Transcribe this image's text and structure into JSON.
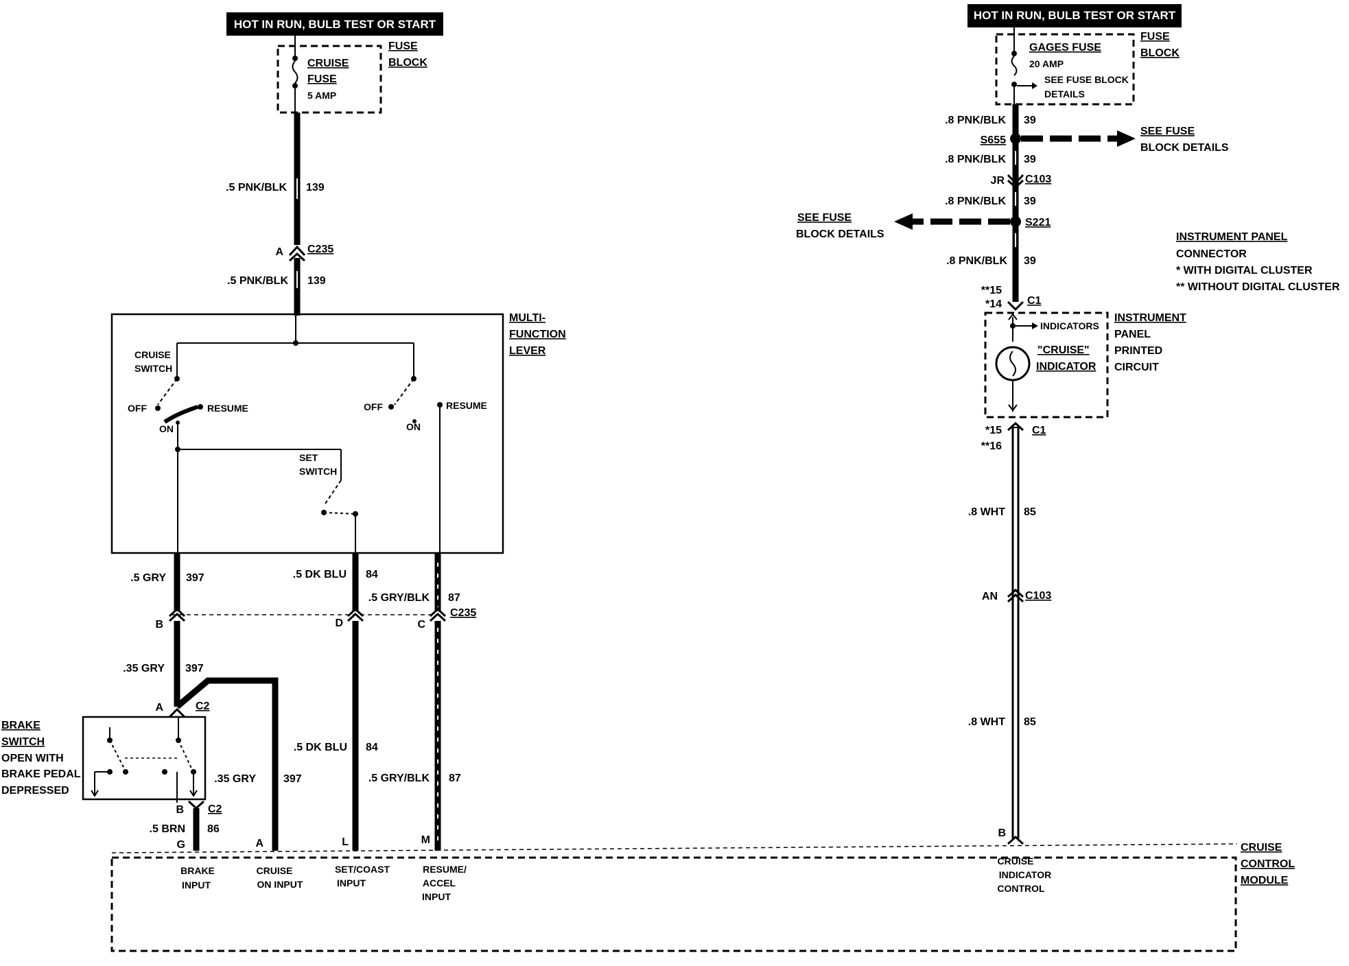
{
  "banners": {
    "left": "HOT IN RUN, BULB TEST OR START",
    "right": "HOT IN RUN, BULB TEST OR START"
  },
  "cruise_fuse": {
    "name1": "CRUISE",
    "name2": "FUSE",
    "rating": "5 AMP",
    "block1": "FUSE",
    "block2": "BLOCK"
  },
  "gages_fuse": {
    "name": "GAGES FUSE",
    "rating": "20 AMP",
    "note1": "SEE FUSE BLOCK",
    "note2": "DETAILS",
    "block1": "FUSE",
    "block2": "BLOCK"
  },
  "left_wires": {
    "w139a_gauge": ".5 PNK/BLK",
    "w139a_num": "139",
    "w139b_gauge": ".5 PNK/BLK",
    "w139b_num": "139",
    "c235_pin": "A",
    "c235_label": "C235",
    "gry_gauge": ".5 GRY",
    "gry_num": "397",
    "dkblu_gauge": ".5 DK BLU",
    "dkblu_num": "84",
    "grybk_gauge": ".5 GRY/BLK",
    "grybk_num": "87",
    "c235b_label": "C235",
    "pin_b": "B",
    "pin_d": "D",
    "pin_c": "C",
    "gry35_gauge": ".35 GRY",
    "gry35_num": "397",
    "c2_pin_a": "A",
    "c2_a": "C2",
    "c2_pin_b": "B",
    "c2_b": "C2",
    "dkblu2_gauge": ".5 DK BLU",
    "dkblu2_num": "84",
    "gry35b_gauge": ".35 GRY",
    "gry35b_num": "397",
    "grybk2_gauge": ".5 GRY/BLK",
    "grybk2_num": "87",
    "brn_gauge": ".5 BRN",
    "brn_num": "86"
  },
  "multifunction": {
    "label1": "MULTI-",
    "label2": "FUNCTION",
    "label3": "LEVER",
    "cruise_switch1": "CRUISE",
    "cruise_switch2": "SWITCH",
    "off_left": "OFF",
    "on_left": "ON",
    "resume_left": "RESUME",
    "off_right": "OFF",
    "on_right": "ON",
    "resume_right": "RESUME",
    "set_switch1": "SET",
    "set_switch2": "SWITCH"
  },
  "brake_switch": {
    "l1": "BRAKE",
    "l2": "SWITCH",
    "l3": "OPEN WITH",
    "l4": "BRAKE PEDAL",
    "l5": "DEPRESSED"
  },
  "module": {
    "l1": "CRUISE",
    "l2": "CONTROL",
    "l3": "MODULE",
    "pin_g": "G",
    "pin_a": "A",
    "pin_l": "L",
    "pin_m": "M",
    "pin_b": "B",
    "brake_input1": "BRAKE",
    "brake_input2": "INPUT",
    "cruise_on1": "CRUISE",
    "cruise_on2": "ON INPUT",
    "setcoast1": "SET/COAST",
    "setcoast2": "INPUT",
    "resume1": "RESUME/",
    "resume2": "ACCEL",
    "resume3": "INPUT",
    "indicator1": "CRUISE",
    "indicator2": "INDICATOR",
    "indicator3": "CONTROL"
  },
  "right_wires": {
    "w1_gauge": ".8 PNK/BLK",
    "w1_num": "39",
    "s655": "S655",
    "w2_gauge": ".8 PNK/BLK",
    "w2_num": "39",
    "jr": "JR",
    "c103a": "C103",
    "w3_gauge": ".8 PNK/BLK",
    "w3_num": "39",
    "s221": "S221",
    "w4_gauge": ".8 PNK/BLK",
    "w4_num": "39",
    "see1a": "SEE FUSE",
    "see1b": "BLOCK DETAILS",
    "see2a": "SEE FUSE",
    "see2b": "BLOCK DETAILS",
    "c1_p15": "**15",
    "c1_p14": "*14",
    "c1_top": "C1",
    "c1_p15b": "*15",
    "c1_p16": "**16",
    "c1_bot": "C1",
    "wht_gauge": ".8 WHT",
    "wht_num": "85",
    "an": "AN",
    "c103b": "C103",
    "wht2_gauge": ".8 WHT",
    "wht2_num": "85"
  },
  "instrument": {
    "conn1": "INSTRUMENT PANEL",
    "conn2": "CONNECTOR",
    "conn3": "* WITH DIGITAL CLUSTER",
    "conn4": "** WITHOUT DIGITAL CLUSTER",
    "indicators": "INDICATORS",
    "cruise_ind1": "\"CRUISE\"",
    "cruise_ind2": "INDICATOR",
    "ipc1": "INSTRUMENT",
    "ipc2": "PANEL",
    "ipc3": "PRINTED",
    "ipc4": "CIRCUIT"
  }
}
